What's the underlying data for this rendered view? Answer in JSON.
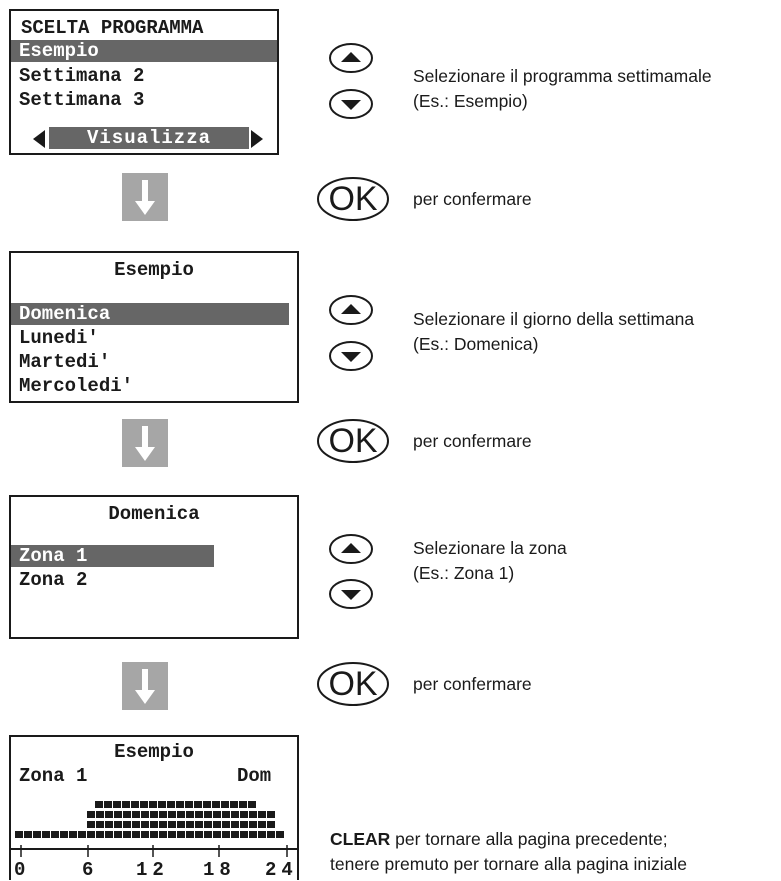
{
  "screen1": {
    "title": "SCELTA PROGRAMMA",
    "items": [
      "Esempio",
      "Settimana 2",
      "Settimana 3"
    ],
    "footer": "Visualizza"
  },
  "screen2": {
    "title": "Esempio",
    "items": [
      "Domenica",
      "Lunedi'",
      "Martedi'",
      "Mercoledi'"
    ]
  },
  "screen3": {
    "title": "Domenica",
    "items": [
      "Zona 1",
      "Zona 2"
    ]
  },
  "screen4": {
    "title": "Esempio",
    "zone": "Zona 1",
    "day": "Dom",
    "ticks": [
      "0",
      "6",
      "12",
      "18",
      "24"
    ]
  },
  "steps": {
    "select_program_1": "Selezionare il programma settimamale",
    "select_program_2": "(Es.: Esempio)",
    "ok_label": "OK",
    "confirm": "per confermare",
    "select_day_1": "Selezionare il giorno della settimana",
    "select_day_2": "(Es.: Domenica)",
    "select_zone_1": "Selezionare la zona",
    "select_zone_2": "(Es.: Zona 1)",
    "clear_key": "CLEAR",
    "clear_text_1": " per tornare alla pagina precedente;",
    "clear_text_2": "tenere premuto per tornare alla pagina iniziale"
  },
  "icons": [
    "up-arrow-button-icon",
    "down-arrow-button-icon",
    "ok-button-icon",
    "flow-down-arrow-icon"
  ],
  "colors": {
    "highlight": "#666666",
    "arrow": "#a6a6a6",
    "border": "#1a1a1a"
  }
}
